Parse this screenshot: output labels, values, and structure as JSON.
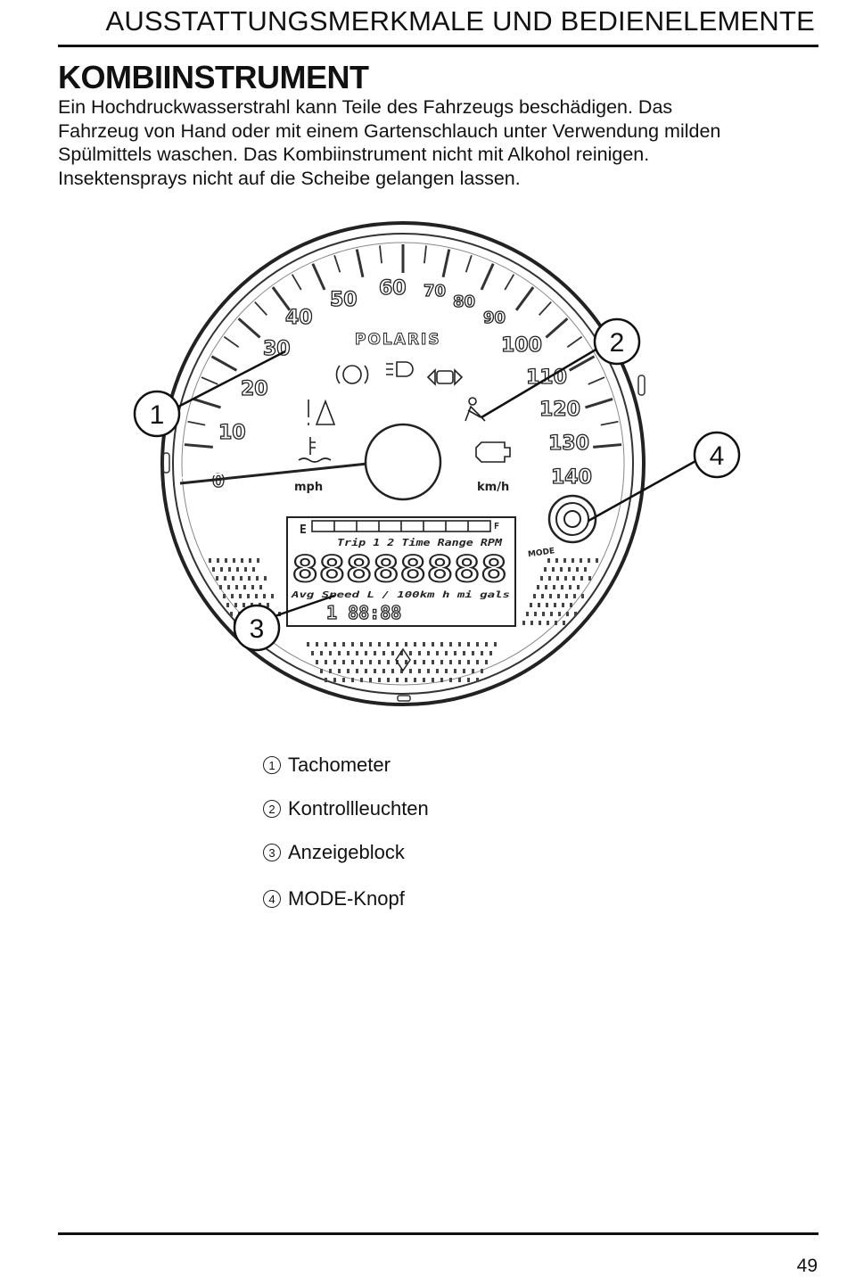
{
  "header": {
    "title": "AUSSTATTUNGSMERKMALE UND BEDIENELEMENTE"
  },
  "section": {
    "title": "KOMBIINSTRUMENT",
    "intro_lines": [
      "Ein Hochdruckwasserstrahl kann Teile des Fahrzeugs beschädigen. Das",
      "Fahrzeug von Hand oder mit einem Gartenschlauch unter Verwendung milden",
      "Spülmittels waschen. Das Kombiinstrument nicht mit Alkohol reinigen.",
      "Insektensprays nicht auf die Scheibe gelangen lassen."
    ]
  },
  "figure": {
    "brand": "POLARIS",
    "speed_labels": [
      "0",
      "10",
      "20",
      "30",
      "40",
      "50",
      "60",
      "70",
      "80",
      "90",
      "100",
      "110",
      "120",
      "130",
      "140"
    ],
    "unit_mph": "mph",
    "unit_kmh": "km/h",
    "mode_label": "MODE",
    "lcd": {
      "fuel_empty": "E",
      "fuel_full": "F",
      "mode_row": "Trip 1 2 Time Range RPM",
      "digits": "88888888",
      "units_row": "Avg Speed L / 100km h mi gals",
      "bottom_digits": "1 88:88"
    },
    "callouts": [
      "1",
      "2",
      "3",
      "4"
    ]
  },
  "legend": {
    "items": [
      {
        "number": "1",
        "label": "Tachometer"
      },
      {
        "number": "2",
        "label": "Kontrollleuchten"
      },
      {
        "number": "3",
        "label": "Anzeigeblock"
      },
      {
        "number": "4",
        "label": "MODE-Knopf"
      }
    ]
  },
  "footer": {
    "page_number": "49"
  }
}
